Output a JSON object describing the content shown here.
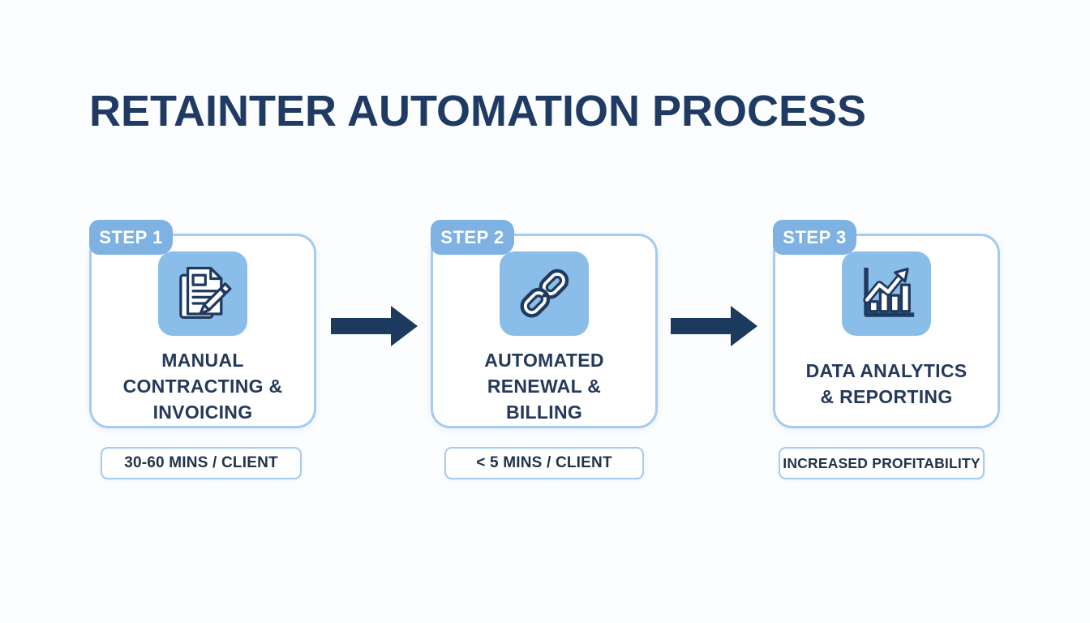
{
  "title": "RETAINTER AUTOMATION PROCESS",
  "steps": [
    {
      "badge": "STEP 1",
      "icon": "document-pen-icon",
      "label": "MANUAL CONTRACTING & INVOICING",
      "label_lines": [
        "MANUAL",
        "CONTRACTING &",
        "INVOICING"
      ],
      "caption": "30-60 MINS / CLIENT"
    },
    {
      "badge": "STEP 2",
      "icon": "chain-link-icon",
      "label": "AUTOMATED RENEWAL & BILLING",
      "label_lines": [
        "AUTOMATED",
        "RENEWAL &",
        "BILLING"
      ],
      "caption": "< 5 MINS / CLIENT"
    },
    {
      "badge": "STEP 3",
      "icon": "bar-chart-growth-icon",
      "label": "DATA ANALYTICS & REPORTING",
      "label_lines": [
        "DATA ANALYTICS",
        "& REPORTING"
      ],
      "caption": "INCREASED PROFITABILITY"
    }
  ],
  "arrows": [
    "arrow-right-icon",
    "arrow-right-icon"
  ],
  "colors": {
    "background": "#fbfdff",
    "title_text": "#1f3a63",
    "badge_bg": "#7db2e2",
    "badge_text": "#ffffff",
    "card_bg": "#ffffff",
    "card_border": "#a5cbee",
    "tile_bg": "#8abee9",
    "icon_stroke": "#1e3a5f",
    "arrow": "#1b3a5e",
    "label_text": "#25395a",
    "caption_text": "#20334d"
  }
}
